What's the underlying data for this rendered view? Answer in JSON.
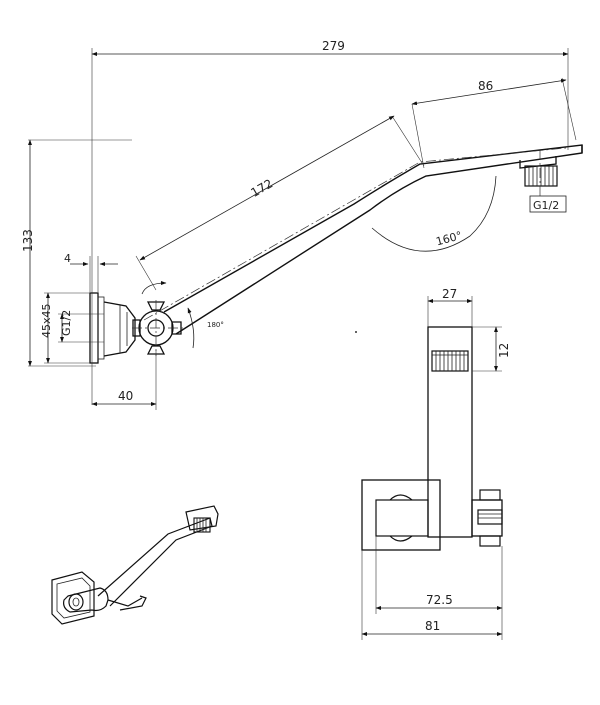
{
  "dimensions": {
    "overall_length": "279",
    "head_length": "86",
    "arm_length": "172",
    "angle_bend": "160°",
    "height": "133",
    "plate_thickness": "4",
    "plate_size": "45x45",
    "thread_wall": "G1/2",
    "thread_head": "G1/2",
    "swivel": "180°",
    "offset": "40",
    "head_width": "27",
    "head_thickness": "12",
    "side_depth": "72.5",
    "side_total": "81"
  },
  "colors": {
    "line": "#111111",
    "background": "#ffffff"
  }
}
